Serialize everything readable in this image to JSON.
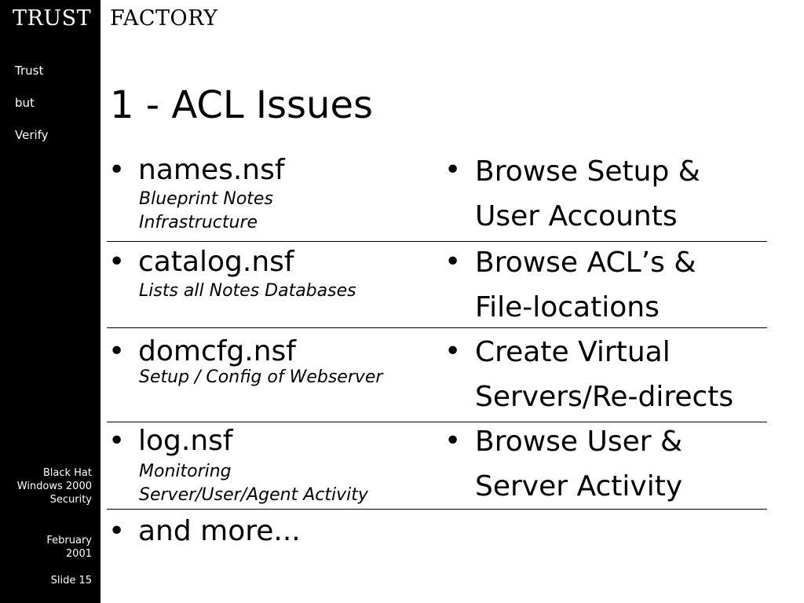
{
  "header": {
    "brand_left": "TRUST",
    "brand_right": "FACTORY"
  },
  "sidebar": {
    "motto": [
      "Trust",
      "but",
      "Verify"
    ],
    "event": [
      "Black Hat",
      "Windows 2000",
      "Security"
    ],
    "date": [
      "February",
      "2001"
    ],
    "slide": "Slide 15"
  },
  "slide": {
    "title": "1 - ACL Issues",
    "bullet_glyph": "•",
    "rows": [
      {
        "file": "names.nsf",
        "desc": [
          "Blueprint Notes",
          "Infrastructure"
        ],
        "action": [
          "Browse Setup &",
          "User Accounts"
        ]
      },
      {
        "file": "catalog.nsf",
        "desc": [
          "Lists all Notes Databases"
        ],
        "action": [
          "Browse ACL’s &",
          "File-locations"
        ]
      },
      {
        "file": "domcfg.nsf",
        "desc": [
          "Setup / Config of Webserver"
        ],
        "action": [
          "Create Virtual",
          "Servers/Re-directs"
        ]
      },
      {
        "file": "log.nsf",
        "desc": [
          "Monitoring",
          "Server/User/Agent Activity"
        ],
        "action": [
          "Browse User &",
          "Server Activity"
        ]
      }
    ],
    "last_item": "and more..."
  }
}
